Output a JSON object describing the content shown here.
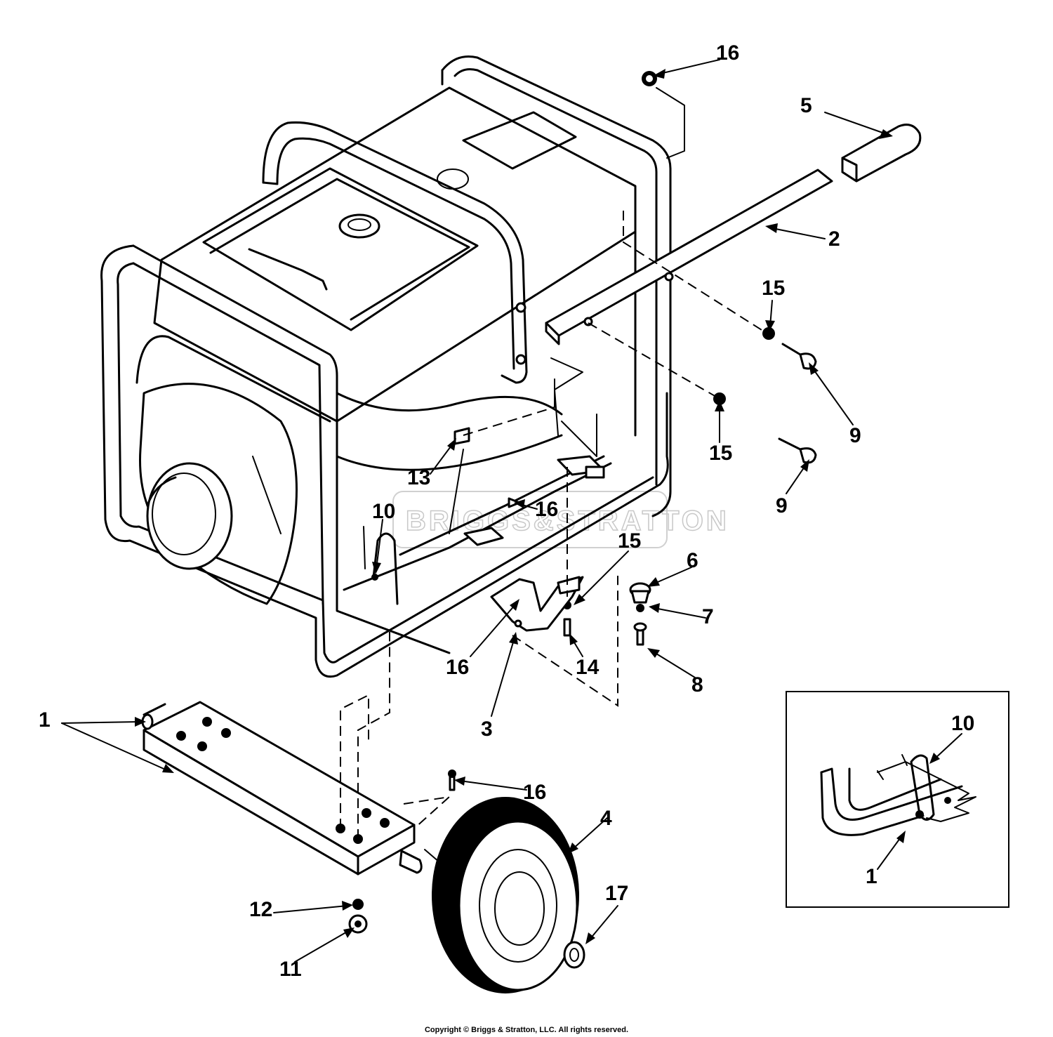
{
  "diagram": {
    "callouts": {
      "c1a": "1",
      "c1b": "1",
      "c2": "2",
      "c3": "3",
      "c4": "4",
      "c5": "5",
      "c6": "6",
      "c7": "7",
      "c8": "8",
      "c9a": "9",
      "c9b": "9",
      "c10a": "10",
      "c10b": "10",
      "c11": "11",
      "c12": "12",
      "c13": "13",
      "c14": "14",
      "c15a": "15",
      "c15b": "15",
      "c15c": "15",
      "c16a": "16",
      "c16b": "16",
      "c16c": "16",
      "c16d": "16",
      "c17": "17"
    },
    "watermark": "BRIGGS&STRATTON",
    "copyright": "Copyright © Briggs & Stratton, LLC. All rights reserved."
  }
}
